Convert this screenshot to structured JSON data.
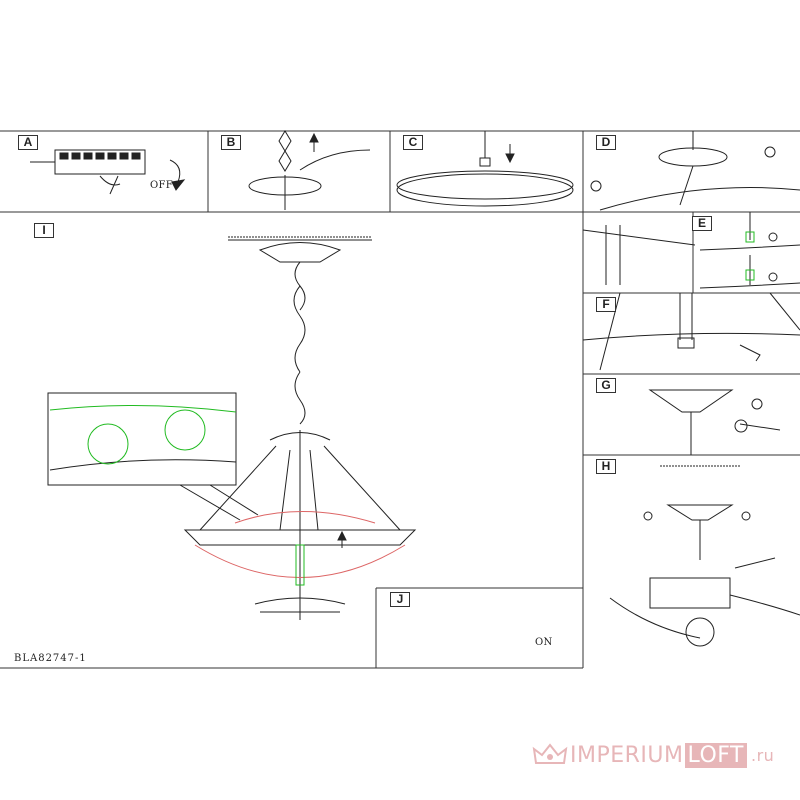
{
  "panels": {
    "A": {
      "label": "A",
      "note": "OFF"
    },
    "B": {
      "label": "B"
    },
    "C": {
      "label": "C"
    },
    "D": {
      "label": "D"
    },
    "E": {
      "label": "E"
    },
    "F": {
      "label": "F"
    },
    "G": {
      "label": "G"
    },
    "H": {
      "label": "H"
    },
    "I": {
      "label": "I"
    },
    "J": {
      "label": "J",
      "note": "ON"
    }
  },
  "model_code": "BLA82747-1",
  "watermark": {
    "brand_left": "IMPERIUM",
    "brand_right": "LOFT",
    "domain": ".ru"
  },
  "colors": {
    "line": "#333333",
    "accent_green": "#22bb22",
    "accent_red": "#dd6666",
    "watermark": "#e7b6b8"
  }
}
